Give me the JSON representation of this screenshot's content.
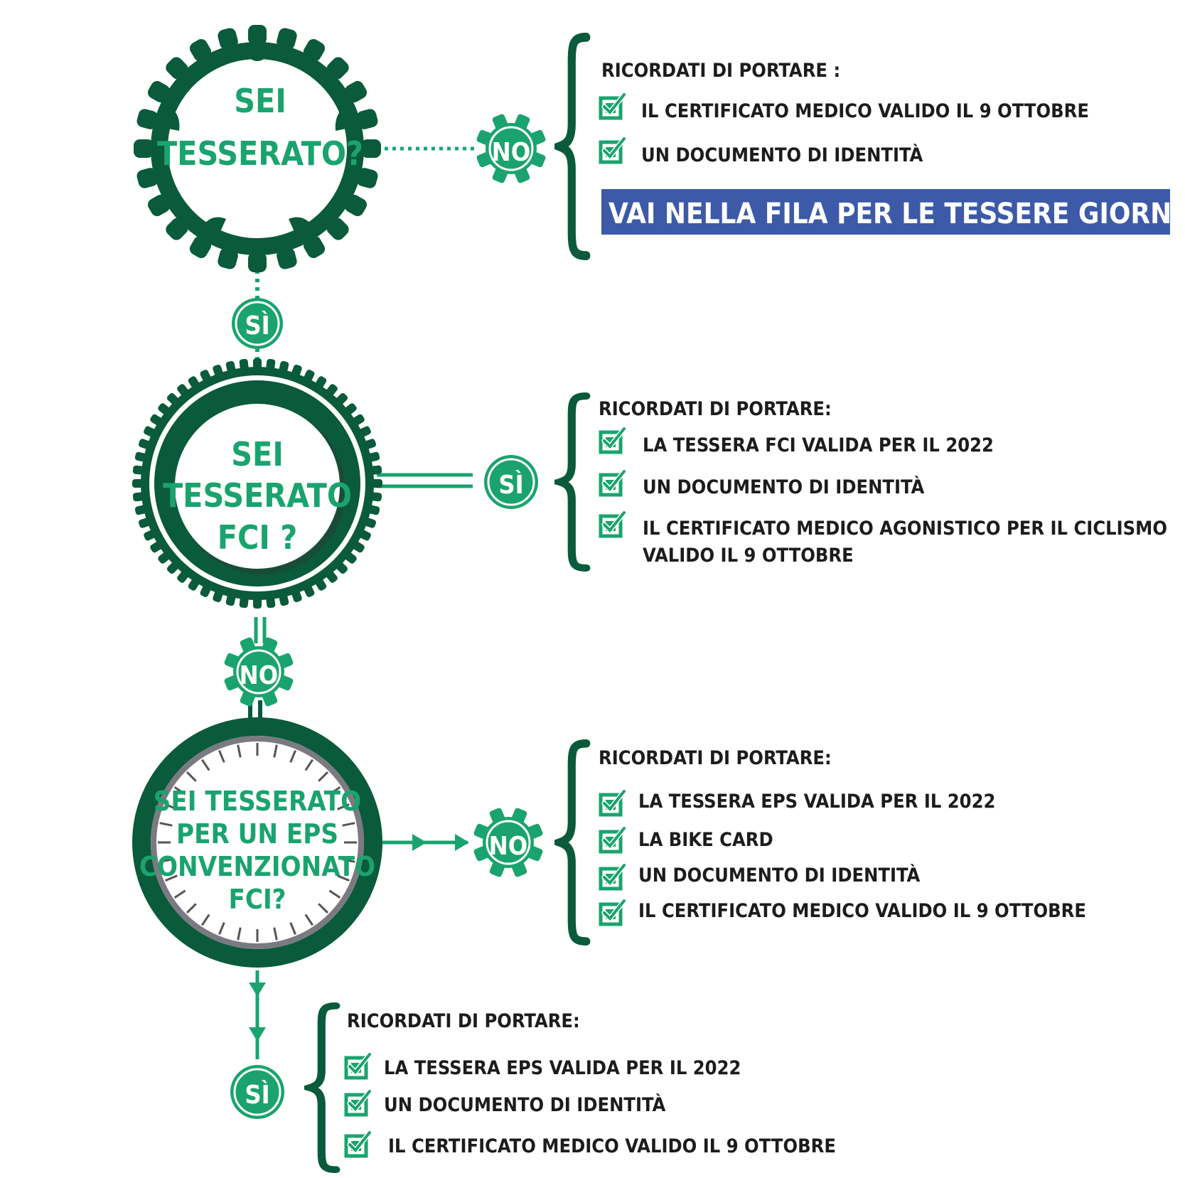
{
  "colors": {
    "dark_green": "#0a5a3c",
    "bright_green": "#1aa36f",
    "banner_blue": "#3d5aa8",
    "text_dark": "#1c1c1c",
    "gray_ring": "#7a7a80"
  },
  "questions": {
    "q1": {
      "line1": "SEI",
      "line2": "TESSERATO?"
    },
    "q2": {
      "line1": "SEI",
      "line2": "TESSERATO",
      "line3": "FCI ?"
    },
    "q3": {
      "line1": "SEI TESSERATO",
      "line2": "PER UN EPS",
      "line3": "CONVENZIONATO",
      "line4": "FCI?"
    }
  },
  "badges": {
    "q1_no": "NO",
    "q1_si": "SÌ",
    "q2_si": "SÌ",
    "q2_no": "NO",
    "q3_no": "NO",
    "q3_si": "SÌ"
  },
  "lists": {
    "q1_no": {
      "heading": "RICORDATI DI PORTARE   :",
      "items": [
        "IL CERTIFICATO MEDICO VALIDO IL 9 OTTOBRE",
        "UN DOCUMENTO DI IDENTITÀ"
      ],
      "banner": "VAI NELLA FILA PER LE TESSERE GIORNALIERE"
    },
    "q2_si": {
      "heading": "RICORDATI DI PORTARE:",
      "items": [
        "LA TESSERA FCI VALIDA PER IL 2022",
        "UN DOCUMENTO DI IDENTITÀ",
        "IL CERTIFICATO MEDICO AGONISTICO PER IL CICLISMO"
      ],
      "item_continuation": "VALIDO IL 9 OTTOBRE"
    },
    "q3_no": {
      "heading": "RICORDATI DI PORTARE:",
      "items": [
        "LA TESSERA EPS VALIDA PER IL 2022",
        "LA BIKE CARD",
        "UN DOCUMENTO DI IDENTITÀ",
        "IL CERTIFICATO MEDICO VALIDO IL 9 OTTOBRE"
      ]
    },
    "q3_si": {
      "heading": "RICORDATI DI PORTARE:",
      "items": [
        "LA TESSERA EPS VALIDA PER IL 2022",
        "UN DOCUMENTO DI IDENTITÀ",
        "IL CERTIFICATO MEDICO VALIDO IL 9 OTTOBRE"
      ]
    }
  }
}
